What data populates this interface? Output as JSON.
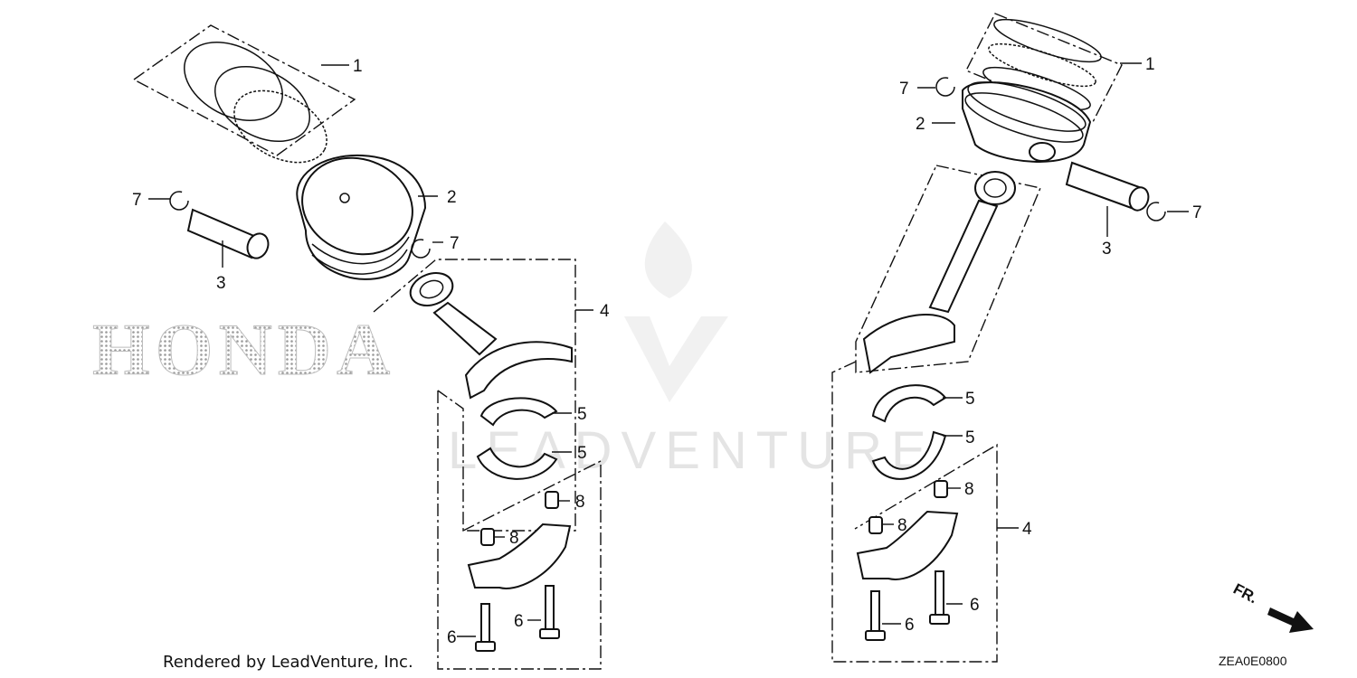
{
  "callouts": {
    "left": {
      "piston_rings": "1",
      "piston": "2",
      "piston_pin": "3",
      "connecting_rod": "4",
      "bearing_upper": "5",
      "bearing_lower": "5",
      "bolt_left": "6",
      "bolt_right": "6",
      "pin_clip_left": "7",
      "pin_clip_right": "7",
      "dowel_upper": "8",
      "dowel_lower": "8"
    },
    "right": {
      "piston_rings": "1",
      "piston": "2",
      "piston_pin": "3",
      "connecting_rod": "4",
      "bearing_upper": "5",
      "bearing_lower": "5",
      "bolt_left": "6",
      "bolt_right": "6",
      "pin_clip_left": "7",
      "pin_clip_right": "7",
      "dowel_upper": "8",
      "dowel_lower": "8"
    }
  },
  "watermark": {
    "brand": "HONDA",
    "dealer": "LEADVENTURE"
  },
  "footer": {
    "rendered_by": "Rendered by LeadVenture, Inc.",
    "diagram_code": "ZEA0E0800",
    "direction_label": "FR."
  }
}
